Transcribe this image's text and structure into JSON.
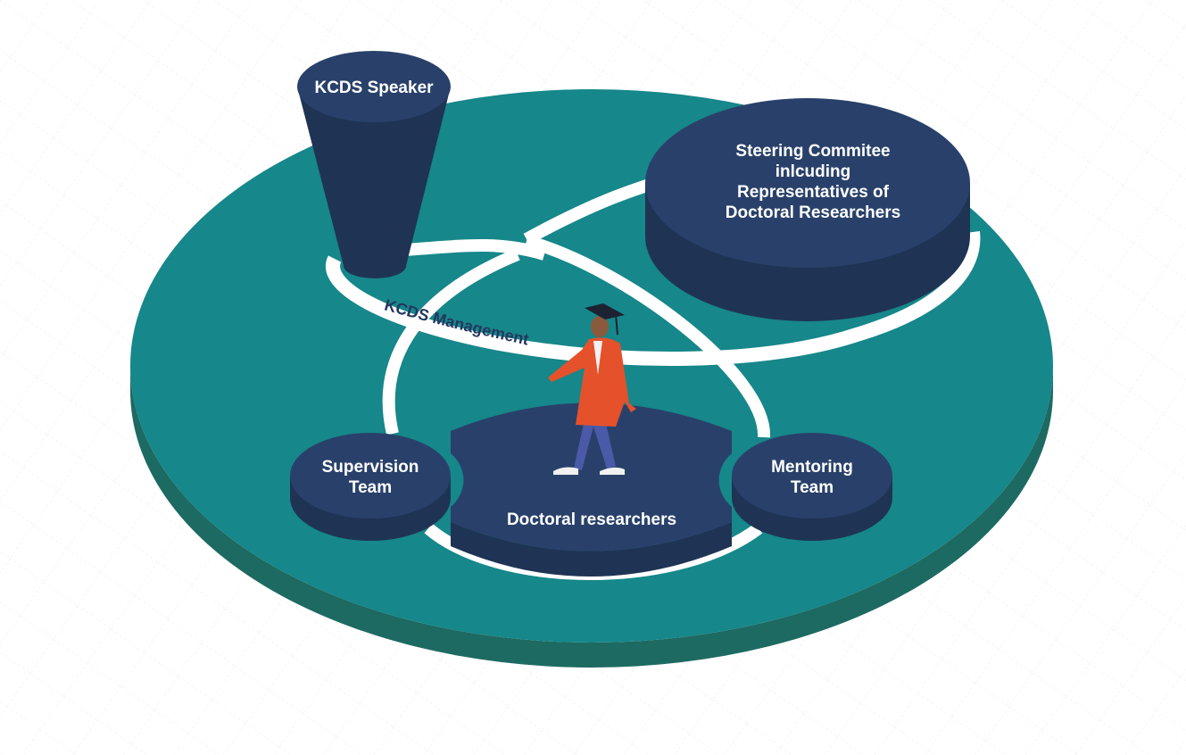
{
  "diagram": {
    "speaker": {
      "label": "KCDS Speaker"
    },
    "steering": {
      "lines": [
        "Steering Commitee",
        "inlcuding",
        "Representatives of",
        "Doctoral Researchers"
      ]
    },
    "management": {
      "label": "KCDS Management"
    },
    "supervision": {
      "lines": [
        "Supervision",
        "Team"
      ]
    },
    "mentoring": {
      "lines": [
        "Mentoring",
        "Team"
      ]
    },
    "researchers": {
      "label": "Doctoral researchers"
    }
  },
  "colors": {
    "platform_top": "#16878a",
    "platform_side": "#1d6a62",
    "block_top": "#29416a",
    "block_side": "#1f3455",
    "ring": "#ffffff",
    "gown": "#e5512b",
    "trousers": "#4a5aa8",
    "cap": "#1d2233"
  }
}
